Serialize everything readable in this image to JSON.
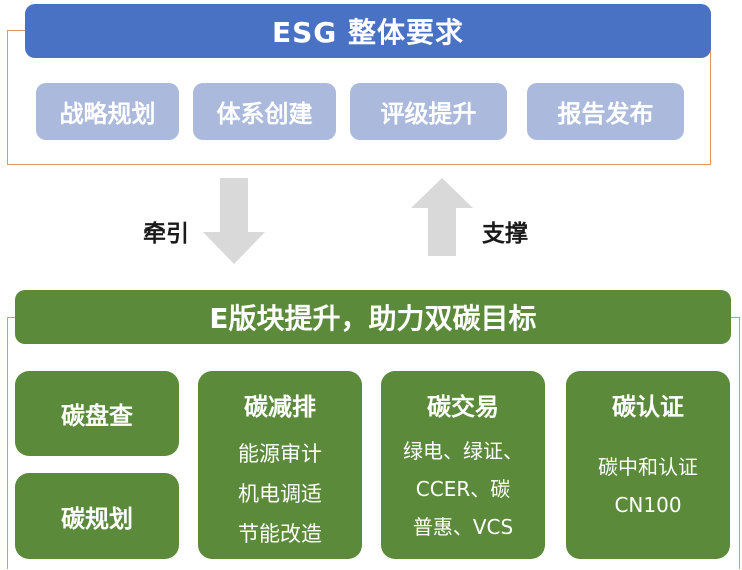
{
  "esg": {
    "title": "ESG 整体要求",
    "items": [
      "战略规划",
      "体系创建",
      "评级提升",
      "报告发布"
    ]
  },
  "arrows": {
    "down_label": "牵引",
    "up_label": "支撑"
  },
  "e_block": {
    "title": "E版块提升，助力双碳目标",
    "carbon_inventory": "碳盘查",
    "carbon_planning": "碳规划",
    "emission_reduction": {
      "title": "碳减排",
      "lines": [
        "能源审计",
        "机电调适",
        "节能改造"
      ]
    },
    "trading": {
      "title": "碳交易",
      "lines": [
        "绿电、绿证、",
        "CCER、碳",
        "普惠、VCS"
      ]
    },
    "certification": {
      "title": "碳认证",
      "lines": [
        "碳中和认证",
        "CN100"
      ]
    }
  },
  "colors": {
    "blue_header": "#4a72c4",
    "blue_pill": "#aab9dc",
    "green": "#5a8a3a",
    "frame_orange": "#e8955a",
    "arrow_gray": "#d9d9d9"
  }
}
